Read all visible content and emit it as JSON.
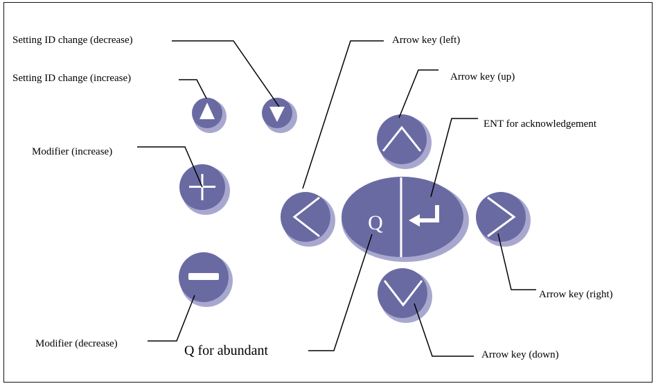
{
  "labels": {
    "setting_id_decrease": "Setting ID change (decrease)",
    "setting_id_increase": "Setting ID change (increase)",
    "modifier_increase": "Modifier (increase)",
    "modifier_decrease": "Modifier (decrease)",
    "arrow_left": "Arrow key (left)",
    "arrow_up": "Arrow key (up)",
    "ent": "ENT for acknowledgement",
    "arrow_right": "Arrow key (right)",
    "arrow_down": "Arrow key (down)",
    "q_abundant": "Q for abundant"
  },
  "keys": {
    "q_key_text": "Q"
  },
  "colors": {
    "key_fill": "#6a6aa3",
    "key_shadow": "#a8a8cf",
    "key_symbol": "#ffffff",
    "line": "#000000"
  },
  "icons": [
    "triangle-up-icon",
    "triangle-down-icon",
    "plus-icon",
    "minus-icon",
    "chevron-left-icon",
    "chevron-up-icon",
    "chevron-right-icon",
    "chevron-down-icon",
    "enter-icon"
  ]
}
